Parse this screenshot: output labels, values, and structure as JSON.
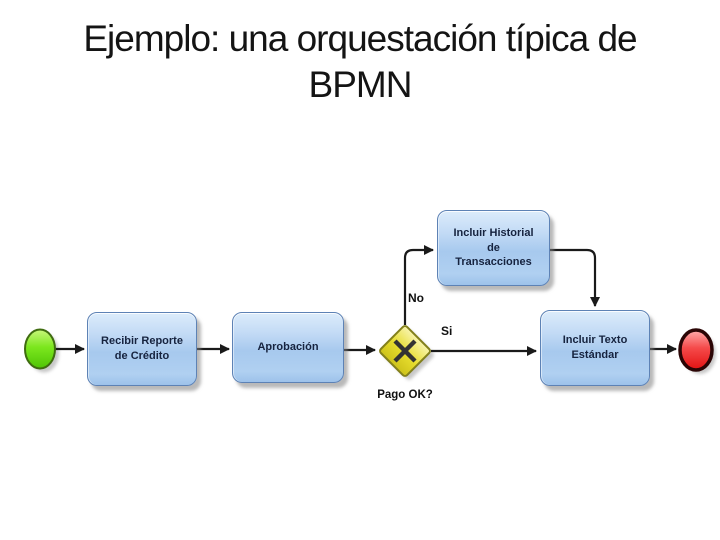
{
  "slide": {
    "title": {
      "full": "Ejemplo: una orquestación típica de BPMN",
      "line1": "Ejemplo: una orquestación típica de",
      "line2": "BPMN"
    }
  },
  "diagram": {
    "kind": "bpmn-orchestration",
    "start_event": {
      "type": "start-event"
    },
    "end_event": {
      "type": "end-event"
    },
    "tasks": [
      {
        "id": "recibir-reporte",
        "label": "Recibir Reporte de Crédito"
      },
      {
        "id": "aprobacion",
        "label": "Aprobación"
      },
      {
        "id": "incluir-historial",
        "label": "Incluir Historial de Transacciones"
      },
      {
        "id": "incluir-texto",
        "label": "Incluir Texto Estándar"
      }
    ],
    "gateway": {
      "type": "exclusive-gateway",
      "label": "Pago OK?"
    },
    "edge_labels": {
      "no": "No",
      "si": "Si"
    },
    "flow": [
      "start → Recibir Reporte de Crédito",
      "Recibir Reporte de Crédito → Aprobación",
      "Aprobación → Pago OK?",
      "Pago OK? –No→ Incluir Historial de Transacciones",
      "Incluir Historial de Transacciones → Incluir Texto Estándar",
      "Pago OK? –Si→ Incluir Texto Estándar",
      "Incluir Texto Estándar → end"
    ],
    "colors": {
      "task_fill_top": "#dcecfb",
      "task_fill_bottom": "#9dc2ea",
      "task_border": "#5d82b5",
      "gateway_fill": "#e6dc2d",
      "gateway_border": "#83801c",
      "start_fill": "#7ce71e",
      "start_border": "#3f6c10",
      "end_fill": "#ee2222",
      "end_border": "#2b0505",
      "connector": "#1a1a1a"
    }
  }
}
